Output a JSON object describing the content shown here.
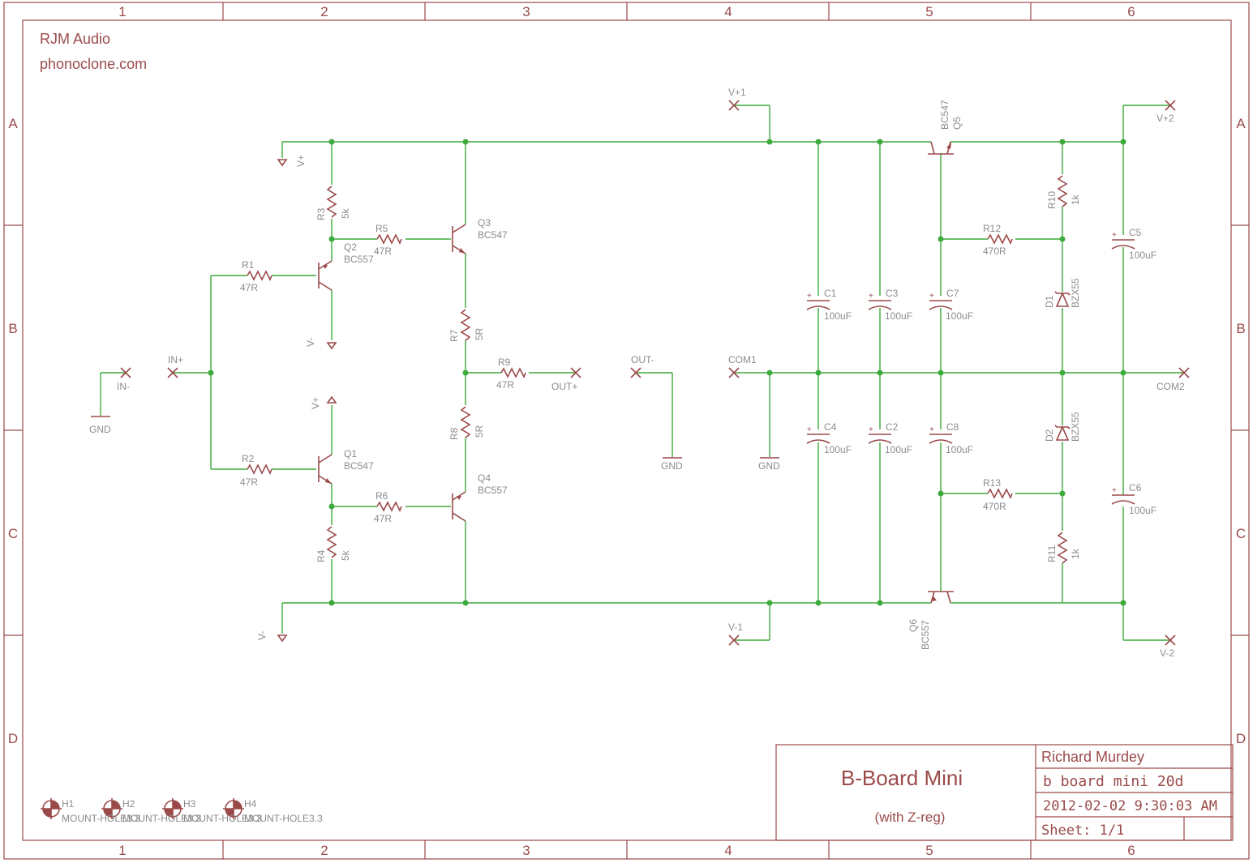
{
  "header": {
    "company": "RJM Audio",
    "website": "phonoclone.com"
  },
  "frame": {
    "columns": [
      "1",
      "2",
      "3",
      "4",
      "5",
      "6"
    ],
    "rows": [
      "A",
      "B",
      "C",
      "D"
    ]
  },
  "title_block": {
    "title": "B-Board Mini",
    "subtitle": "(with Z-reg)",
    "author": "Richard Murdey",
    "filename": "b board mini 20d",
    "date": "2012-02-02 9:30:03 AM",
    "sheet": "Sheet: 1/1"
  },
  "components": {
    "R1": {
      "name": "R1",
      "value": "47R"
    },
    "R2": {
      "name": "R2",
      "value": "47R"
    },
    "R3": {
      "name": "R3",
      "value": "5k"
    },
    "R4": {
      "name": "R4",
      "value": "5k"
    },
    "R5": {
      "name": "R5",
      "value": "47R"
    },
    "R6": {
      "name": "R6",
      "value": "47R"
    },
    "R7": {
      "name": "R7",
      "value": "5R"
    },
    "R8": {
      "name": "R8",
      "value": "5R"
    },
    "R9": {
      "name": "R9",
      "value": "47R"
    },
    "R10": {
      "name": "R10",
      "value": "1k"
    },
    "R11": {
      "name": "R11",
      "value": "1k"
    },
    "R12": {
      "name": "R12",
      "value": "470R"
    },
    "R13": {
      "name": "R13",
      "value": "470R"
    },
    "Q1": {
      "name": "Q1",
      "value": "BC547"
    },
    "Q2": {
      "name": "Q2",
      "value": "BC557"
    },
    "Q3": {
      "name": "Q3",
      "value": "BC547"
    },
    "Q4": {
      "name": "Q4",
      "value": "BC557"
    },
    "Q5": {
      "name": "Q5",
      "value": "BC547"
    },
    "Q6": {
      "name": "Q6",
      "value": "BC557"
    },
    "C1": {
      "name": "C1",
      "value": "100uF"
    },
    "C2": {
      "name": "C2",
      "value": "100uF"
    },
    "C3": {
      "name": "C3",
      "value": "100uF"
    },
    "C4": {
      "name": "C4",
      "value": "100uF"
    },
    "C5": {
      "name": "C5",
      "value": "100uF"
    },
    "C6": {
      "name": "C6",
      "value": "100uF"
    },
    "C7": {
      "name": "C7",
      "value": "100uF"
    },
    "C8": {
      "name": "C8",
      "value": "100uF"
    },
    "D1": {
      "name": "D1",
      "value": "BZX55"
    },
    "D2": {
      "name": "D2",
      "value": "BZX55"
    }
  },
  "nets": {
    "vplus": "V+",
    "vminus": "V-",
    "gnd": "GND",
    "in_plus": "IN+",
    "in_minus": "IN-",
    "out_plus": "OUT+",
    "out_minus": "OUT-",
    "com1": "COM1",
    "com2": "COM2",
    "vp1": "V+1",
    "vm1": "V-1",
    "vp2": "V+2",
    "vm2": "V-2"
  },
  "mount_holes": [
    {
      "name": "H1",
      "value": "MOUNT-HOLE3.3"
    },
    {
      "name": "H2",
      "value": "MOUNT-HOLE3.3"
    },
    {
      "name": "H3",
      "value": "MOUNT-HOLE3.3"
    },
    {
      "name": "H4",
      "value": "MOUNT-HOLE3.3"
    }
  ],
  "colors": {
    "frame": "#9b4a4a",
    "wire": "#3daa3d",
    "label": "#8c8c8c"
  }
}
